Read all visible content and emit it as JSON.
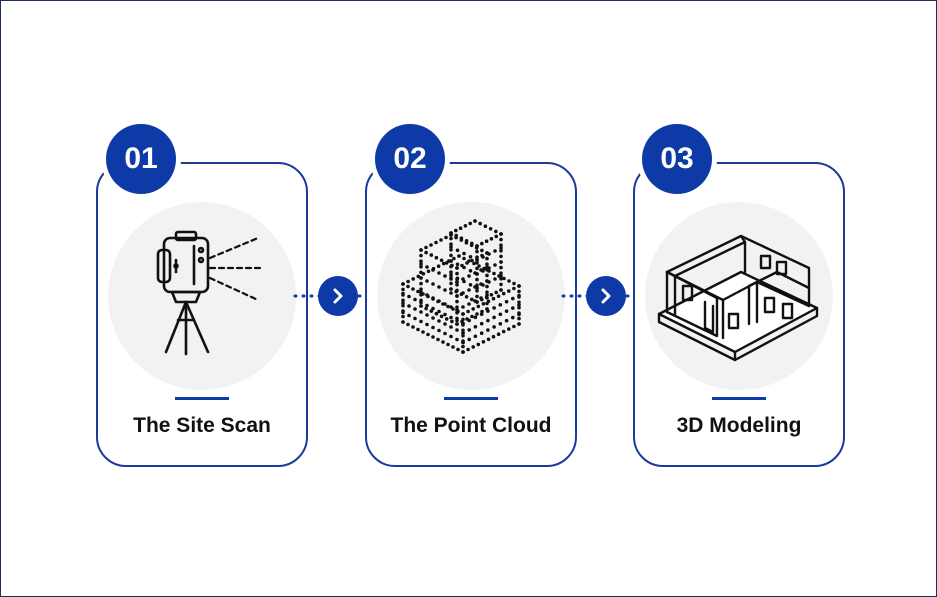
{
  "steps": [
    {
      "number": "01",
      "label": "The Site Scan",
      "icon": "laser-scanner-tripod-icon"
    },
    {
      "number": "02",
      "label": "The Point Cloud",
      "icon": "point-cloud-building-icon"
    },
    {
      "number": "03",
      "label": "3D Modeling",
      "icon": "3d-floor-model-icon"
    }
  ],
  "connectors": [
    {
      "icon": "chevron-right-icon"
    },
    {
      "icon": "chevron-right-icon"
    }
  ],
  "colors": {
    "accent": "#0d3aa6",
    "card_border": "#1a3a9c",
    "icon_bg": "#f2f2f2",
    "text": "#111111"
  }
}
